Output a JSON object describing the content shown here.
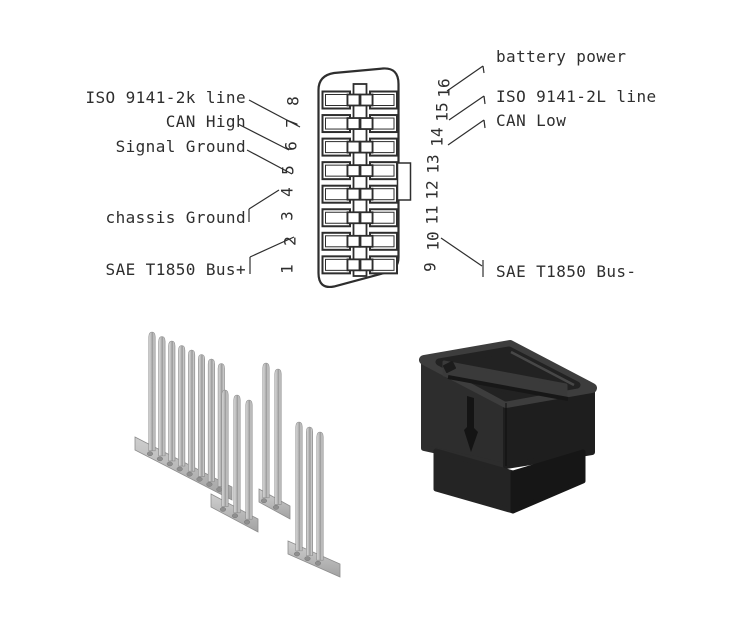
{
  "pinout_diagram": {
    "pin_numbers_left_top_to_bottom": [
      "8",
      "7",
      "6",
      "5",
      "4",
      "3",
      "2",
      "1"
    ],
    "pin_numbers_right_top_to_bottom": [
      "16",
      "15",
      "14",
      "13",
      "12",
      "11",
      "10",
      "9"
    ],
    "labels_left": [
      {
        "text": "ISO 9141-2k line",
        "pin": "7"
      },
      {
        "text": "CAN High",
        "pin": "6"
      },
      {
        "text": "Signal Ground",
        "pin": "5"
      },
      {
        "text": "chassis Ground",
        "pin": "4"
      },
      {
        "text": "SAE T1850 Bus+",
        "pin": "2"
      }
    ],
    "labels_right": [
      {
        "text": "battery power",
        "pin": "16"
      },
      {
        "text": "ISO 9141-2L line",
        "pin": "15"
      },
      {
        "text": "CAN Low",
        "pin": "14"
      },
      {
        "text": "SAE T1850 Bus-",
        "pin": "10"
      }
    ]
  },
  "photos": {
    "terminal_pins": "crimp-terminal-pins-on-carrier-strips",
    "connector_housing": "black-obd2-connector-housing"
  },
  "colors": {
    "line": "#2e2e2e",
    "background": "#ffffff",
    "metal_light": "#d8d8d8",
    "metal_dark": "#9a9a9a",
    "housing_top": "#3d3d3d",
    "housing_left": "#2d2d2d",
    "housing_right": "#1e1e1e"
  }
}
